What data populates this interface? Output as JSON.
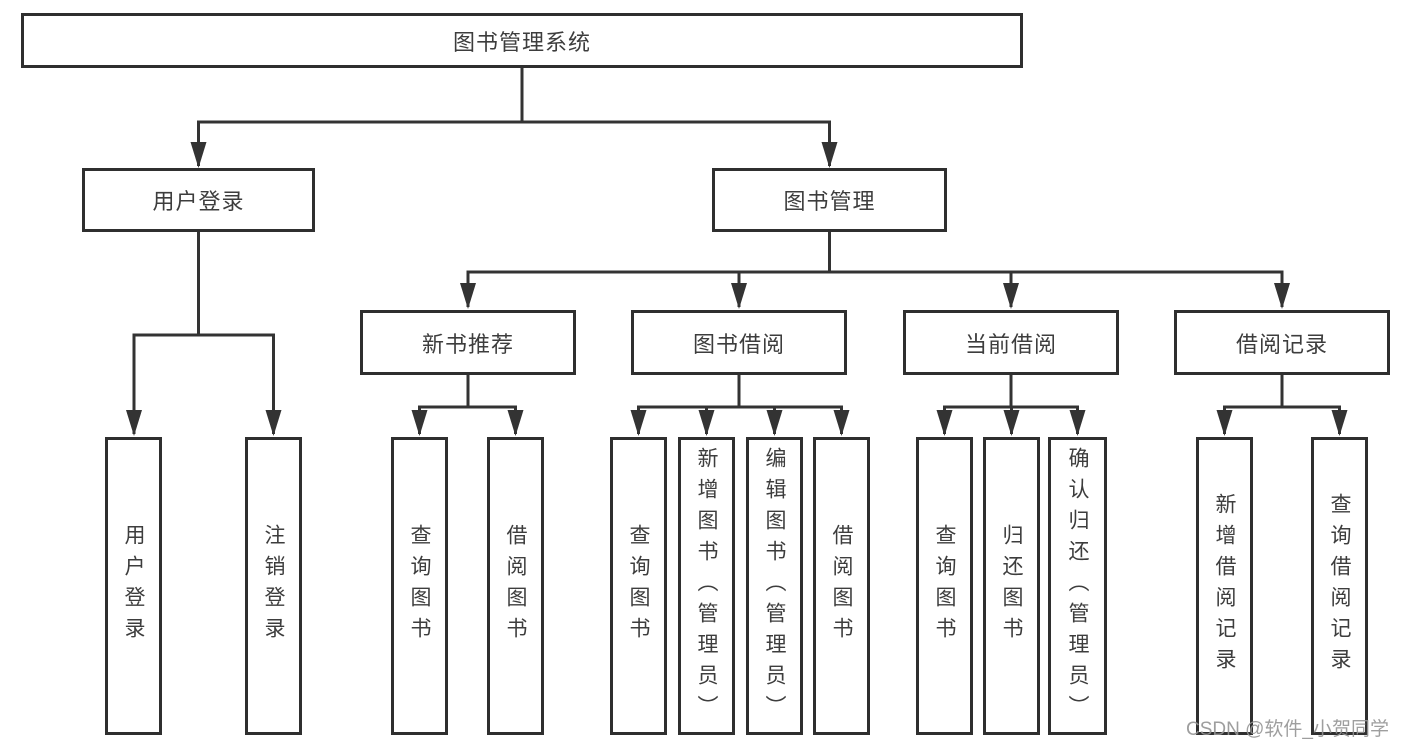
{
  "diagram": {
    "root": {
      "label": "图书管理系统"
    },
    "branches": [
      {
        "label": "用户登录",
        "children": [
          "用户登录",
          "注销登录"
        ]
      },
      {
        "label": "图书管理",
        "modules": [
          {
            "label": "新书推荐",
            "children": [
              "查询图书",
              "借阅图书"
            ]
          },
          {
            "label": "图书借阅",
            "children": [
              "查询图书",
              "新增图书（管理员）",
              "编辑图书（管理员）",
              "借阅图书"
            ]
          },
          {
            "label": "当前借阅",
            "children": [
              "查询图书",
              "归还图书",
              "确认归还（管理员）"
            ]
          },
          {
            "label": "借阅记录",
            "children": [
              "新增借阅记录",
              "查询借阅记录"
            ]
          }
        ]
      }
    ],
    "colors": {
      "line": "#333333",
      "box_border": "#2f2f2f",
      "text": "#3d3d3d",
      "background": "#ffffff",
      "watermark": "#949494"
    },
    "watermark": "CSDN @软件_小贺同学"
  }
}
